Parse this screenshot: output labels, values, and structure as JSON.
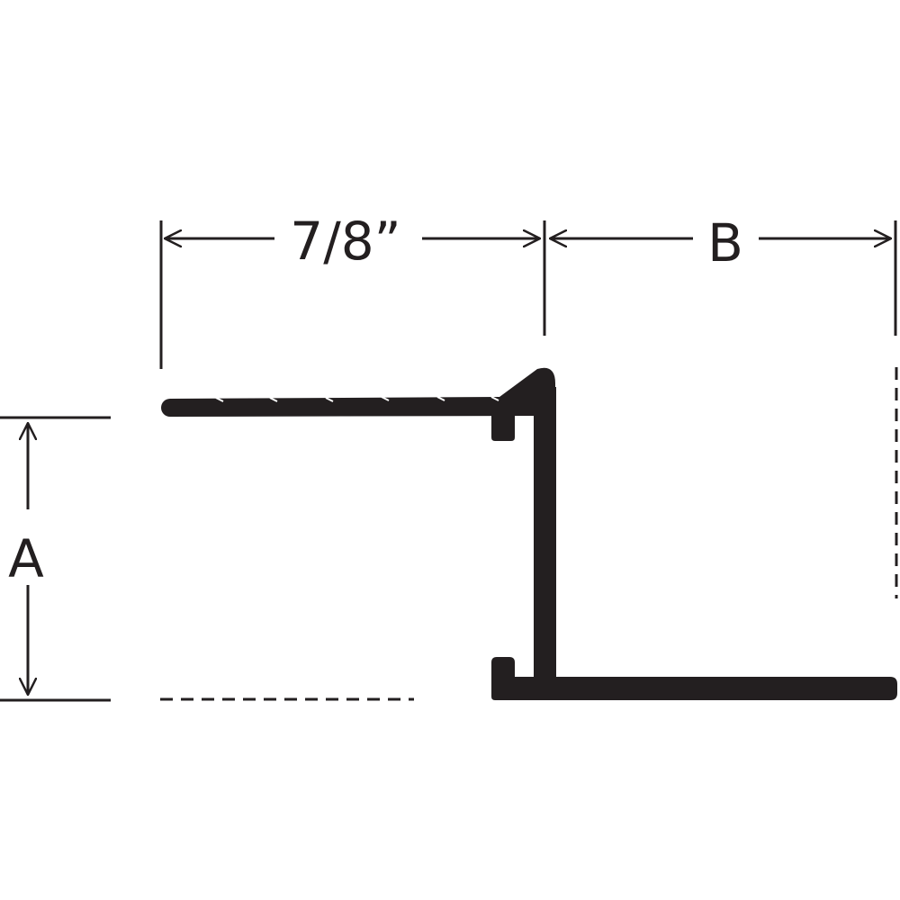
{
  "diagram": {
    "dimensions": {
      "width_label": "7/8”",
      "b_label": "B",
      "a_label": "A"
    },
    "colors": {
      "stroke": "#231f20",
      "profile": "#231f20",
      "background": "#ffffff"
    }
  }
}
